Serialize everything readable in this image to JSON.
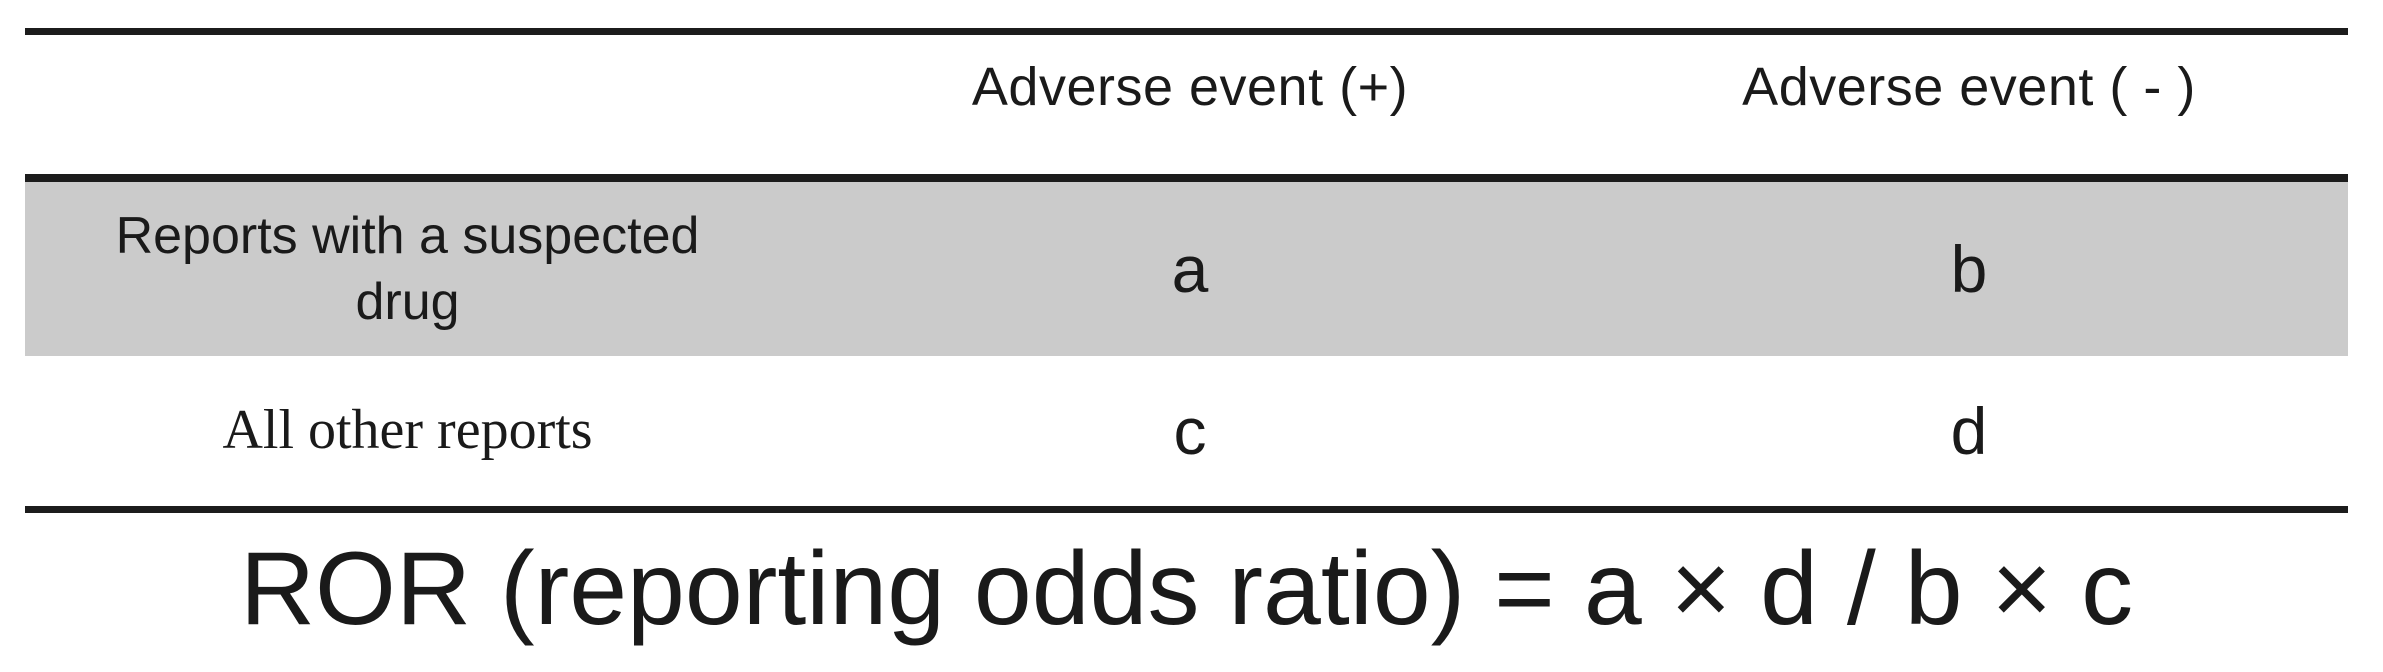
{
  "chart_data": {
    "type": "table",
    "columns": [
      "",
      "Adverse event (+)",
      "Adverse event ( - )"
    ],
    "rows": [
      [
        "Reports with a suspected drug",
        "a",
        "b"
      ],
      [
        "All other reports",
        "c",
        "d"
      ]
    ],
    "notes": "2x2 contingency table for disproportionality analysis; first data row is highlighted gray"
  },
  "table": {
    "col_headers": [
      "Adverse event (+)",
      "Adverse event ( - )"
    ],
    "rows": [
      {
        "label": "Reports with a suspected drug",
        "cells": [
          "a",
          "b"
        ],
        "highlighted": true
      },
      {
        "label": "All other reports",
        "cells": [
          "c",
          "d"
        ],
        "highlighted": false
      }
    ]
  },
  "formula": {
    "text": "ROR (reporting odds ratio) = a × d / b × c"
  },
  "colors": {
    "row_highlight": "#cbcbcb",
    "rule": "#1c1c1c",
    "text": "#1a1a1a"
  }
}
